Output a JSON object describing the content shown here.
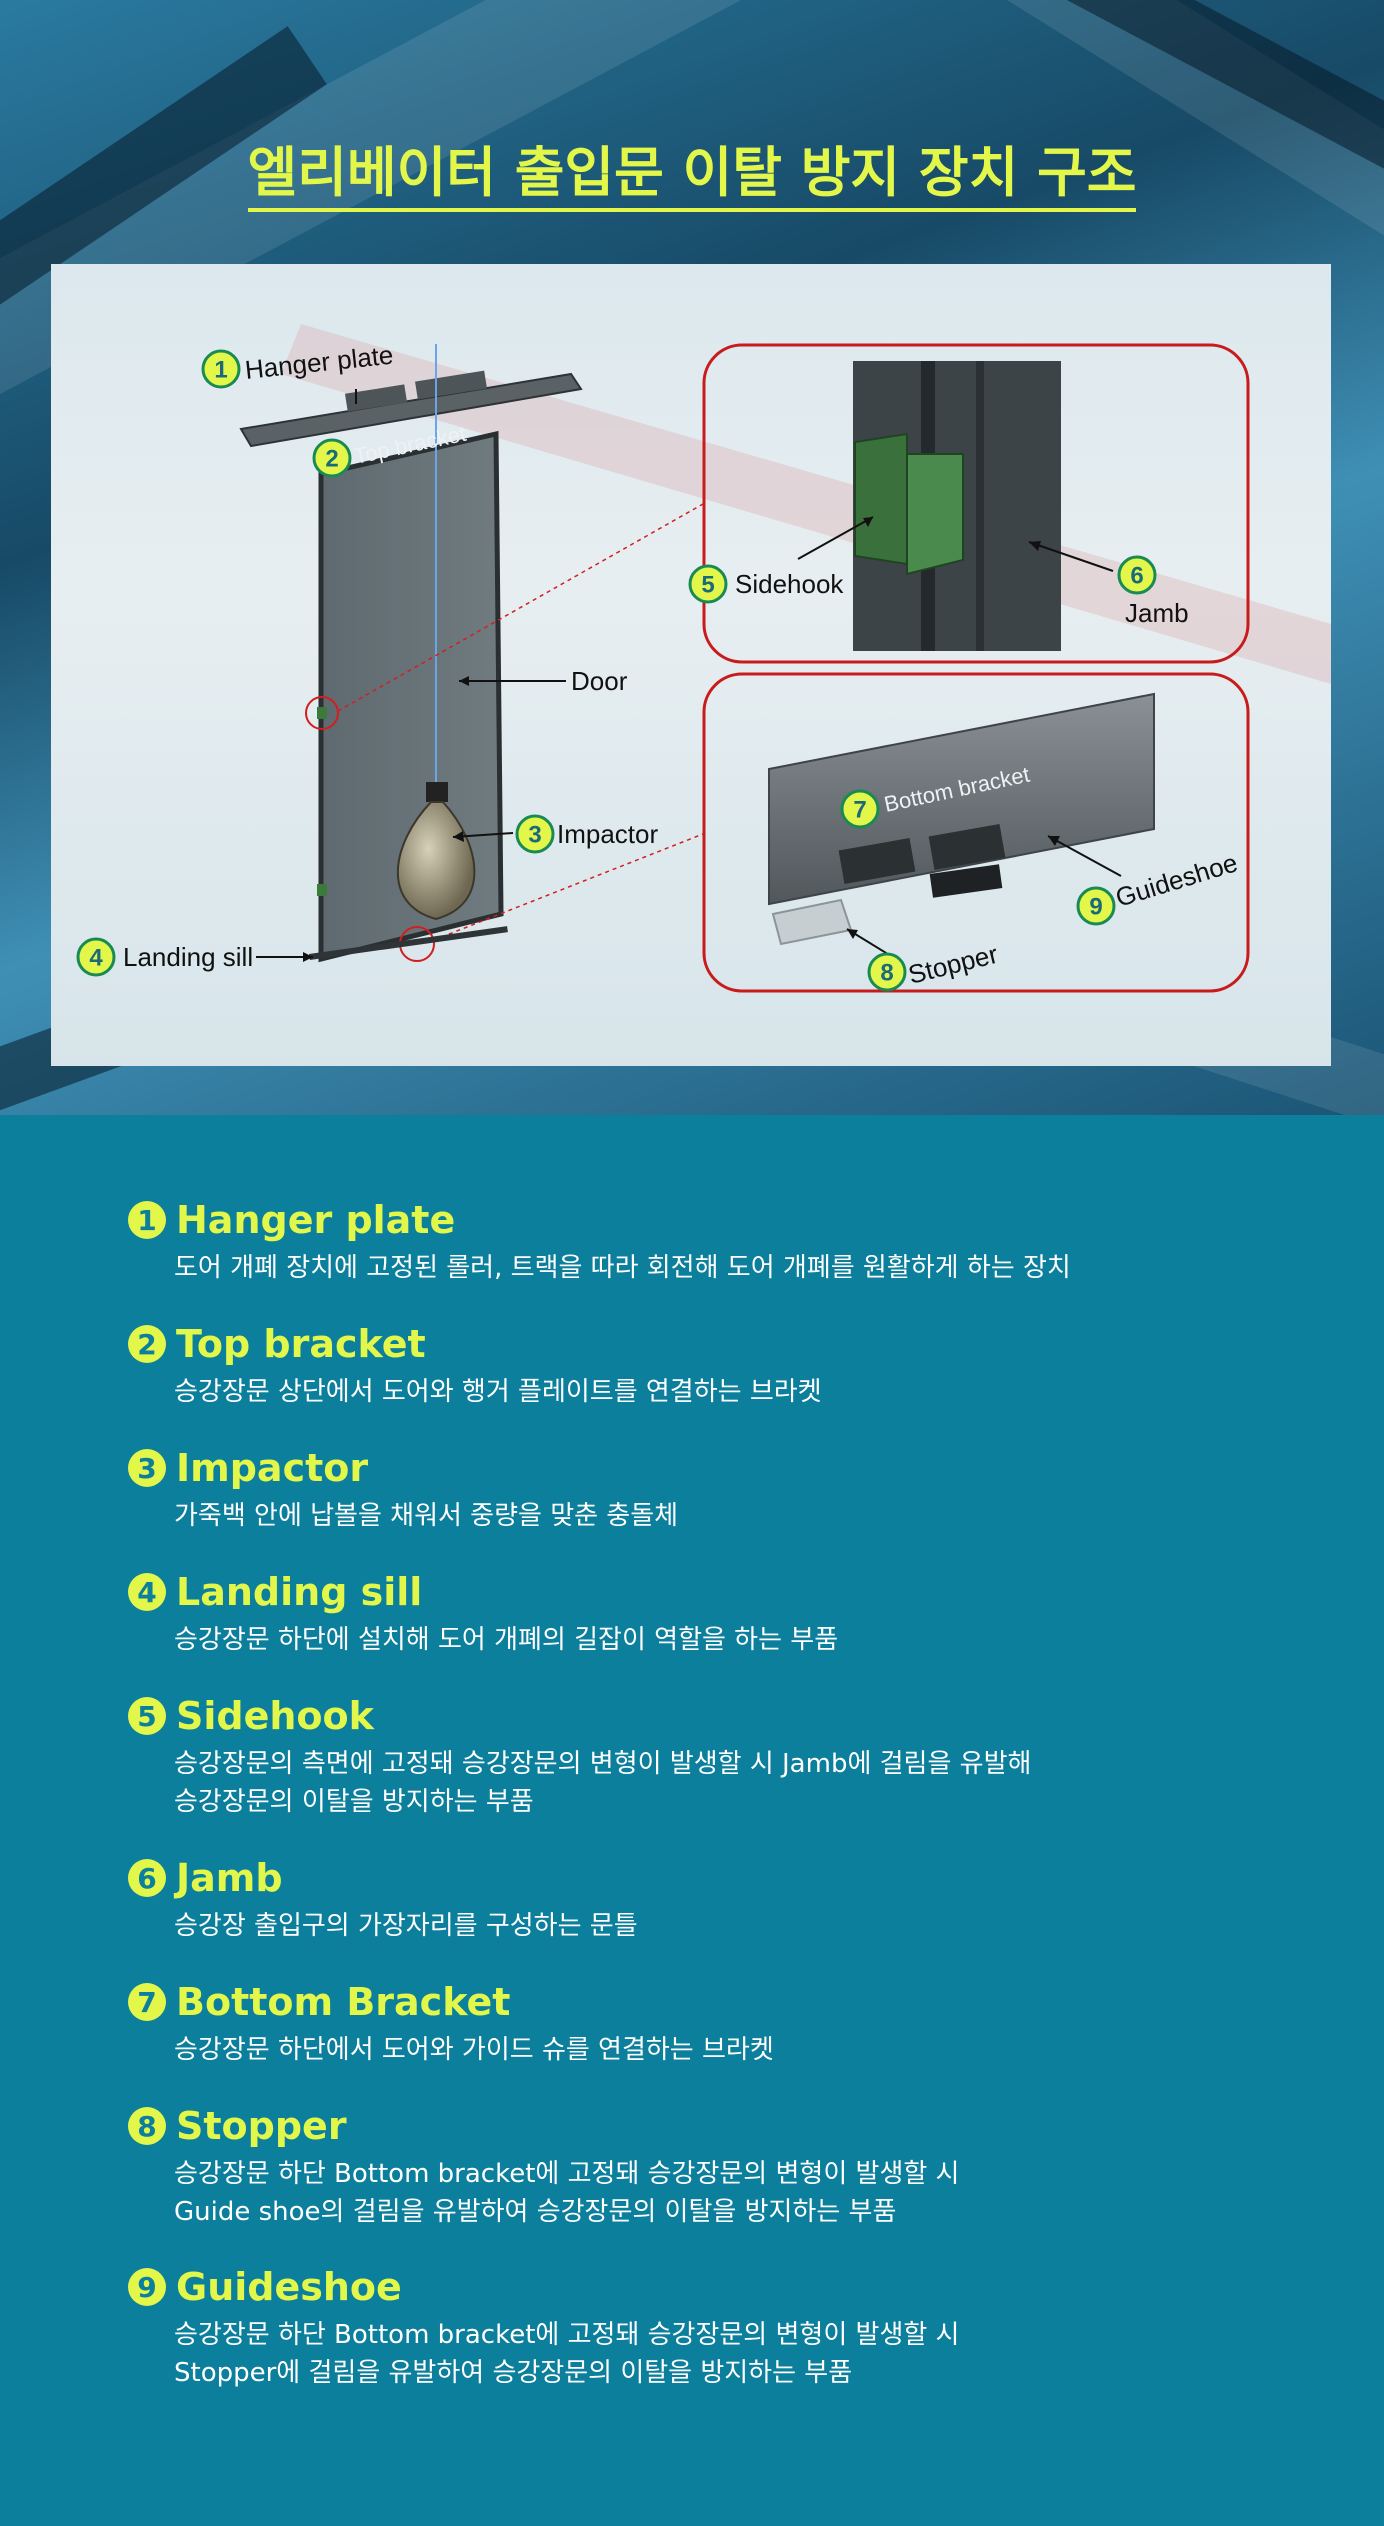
{
  "title": "엘리베이터 출입문 이탈 방지 장치 구조",
  "diagram": {
    "labels": {
      "hanger_plate": "Hanger plate",
      "top_bracket": "Top bracket",
      "door": "Door",
      "impactor": "Impactor",
      "landing_sill": "Landing sill",
      "sidehook": "Sidehook",
      "jamb": "Jamb",
      "bottom_bracket": "Bottom bracket",
      "guideshoe": "Guideshoe",
      "stopper": "Stopper"
    },
    "numbers": {
      "n1": "1",
      "n2": "2",
      "n3": "3",
      "n4": "4",
      "n5": "5",
      "n6": "6",
      "n7": "7",
      "n8": "8",
      "n9": "9"
    }
  },
  "items": [
    {
      "num": "1",
      "name": "Hanger plate",
      "desc": "도어 개폐 장치에 고정된 롤러, 트랙을 따라 회전해 도어 개폐를 원활하게 하는 장치"
    },
    {
      "num": "2",
      "name": "Top bracket",
      "desc": "승강장문 상단에서 도어와 행거 플레이트를 연결하는 브라켓"
    },
    {
      "num": "3",
      "name": "Impactor",
      "desc": "가죽백 안에 납볼을 채워서 중량을 맞춘 충돌체"
    },
    {
      "num": "4",
      "name": "Landing sill",
      "desc": "승강장문 하단에 설치해 도어 개폐의 길잡이 역할을 하는 부품"
    },
    {
      "num": "5",
      "name": "Sidehook",
      "desc": "승강장문의 측면에 고정돼 승강장문의 변형이 발생할 시 Jamb에 걸림을 유발해\n승강장문의 이탈을 방지하는 부품"
    },
    {
      "num": "6",
      "name": "Jamb",
      "desc": "승강장 출입구의 가장자리를 구성하는 문틀"
    },
    {
      "num": "7",
      "name": "Bottom Bracket",
      "desc": "승강장문 하단에서 도어와 가이드 슈를 연결하는 브라켓"
    },
    {
      "num": "8",
      "name": "Stopper",
      "desc": "승강장문 하단 Bottom bracket에 고정돼 승강장문의 변형이 발생할 시\nGuide shoe의 걸림을 유발하여 승강장문의 이탈을 방지하는 부품"
    },
    {
      "num": "9",
      "name": "Guideshoe",
      "desc": "승강장문 하단 Bottom bracket에 고정돼 승강장문의 변형이 발생할 시\nStopper에 걸림을 유발하여 승강장문의 이탈을 방지하는 부품"
    }
  ]
}
